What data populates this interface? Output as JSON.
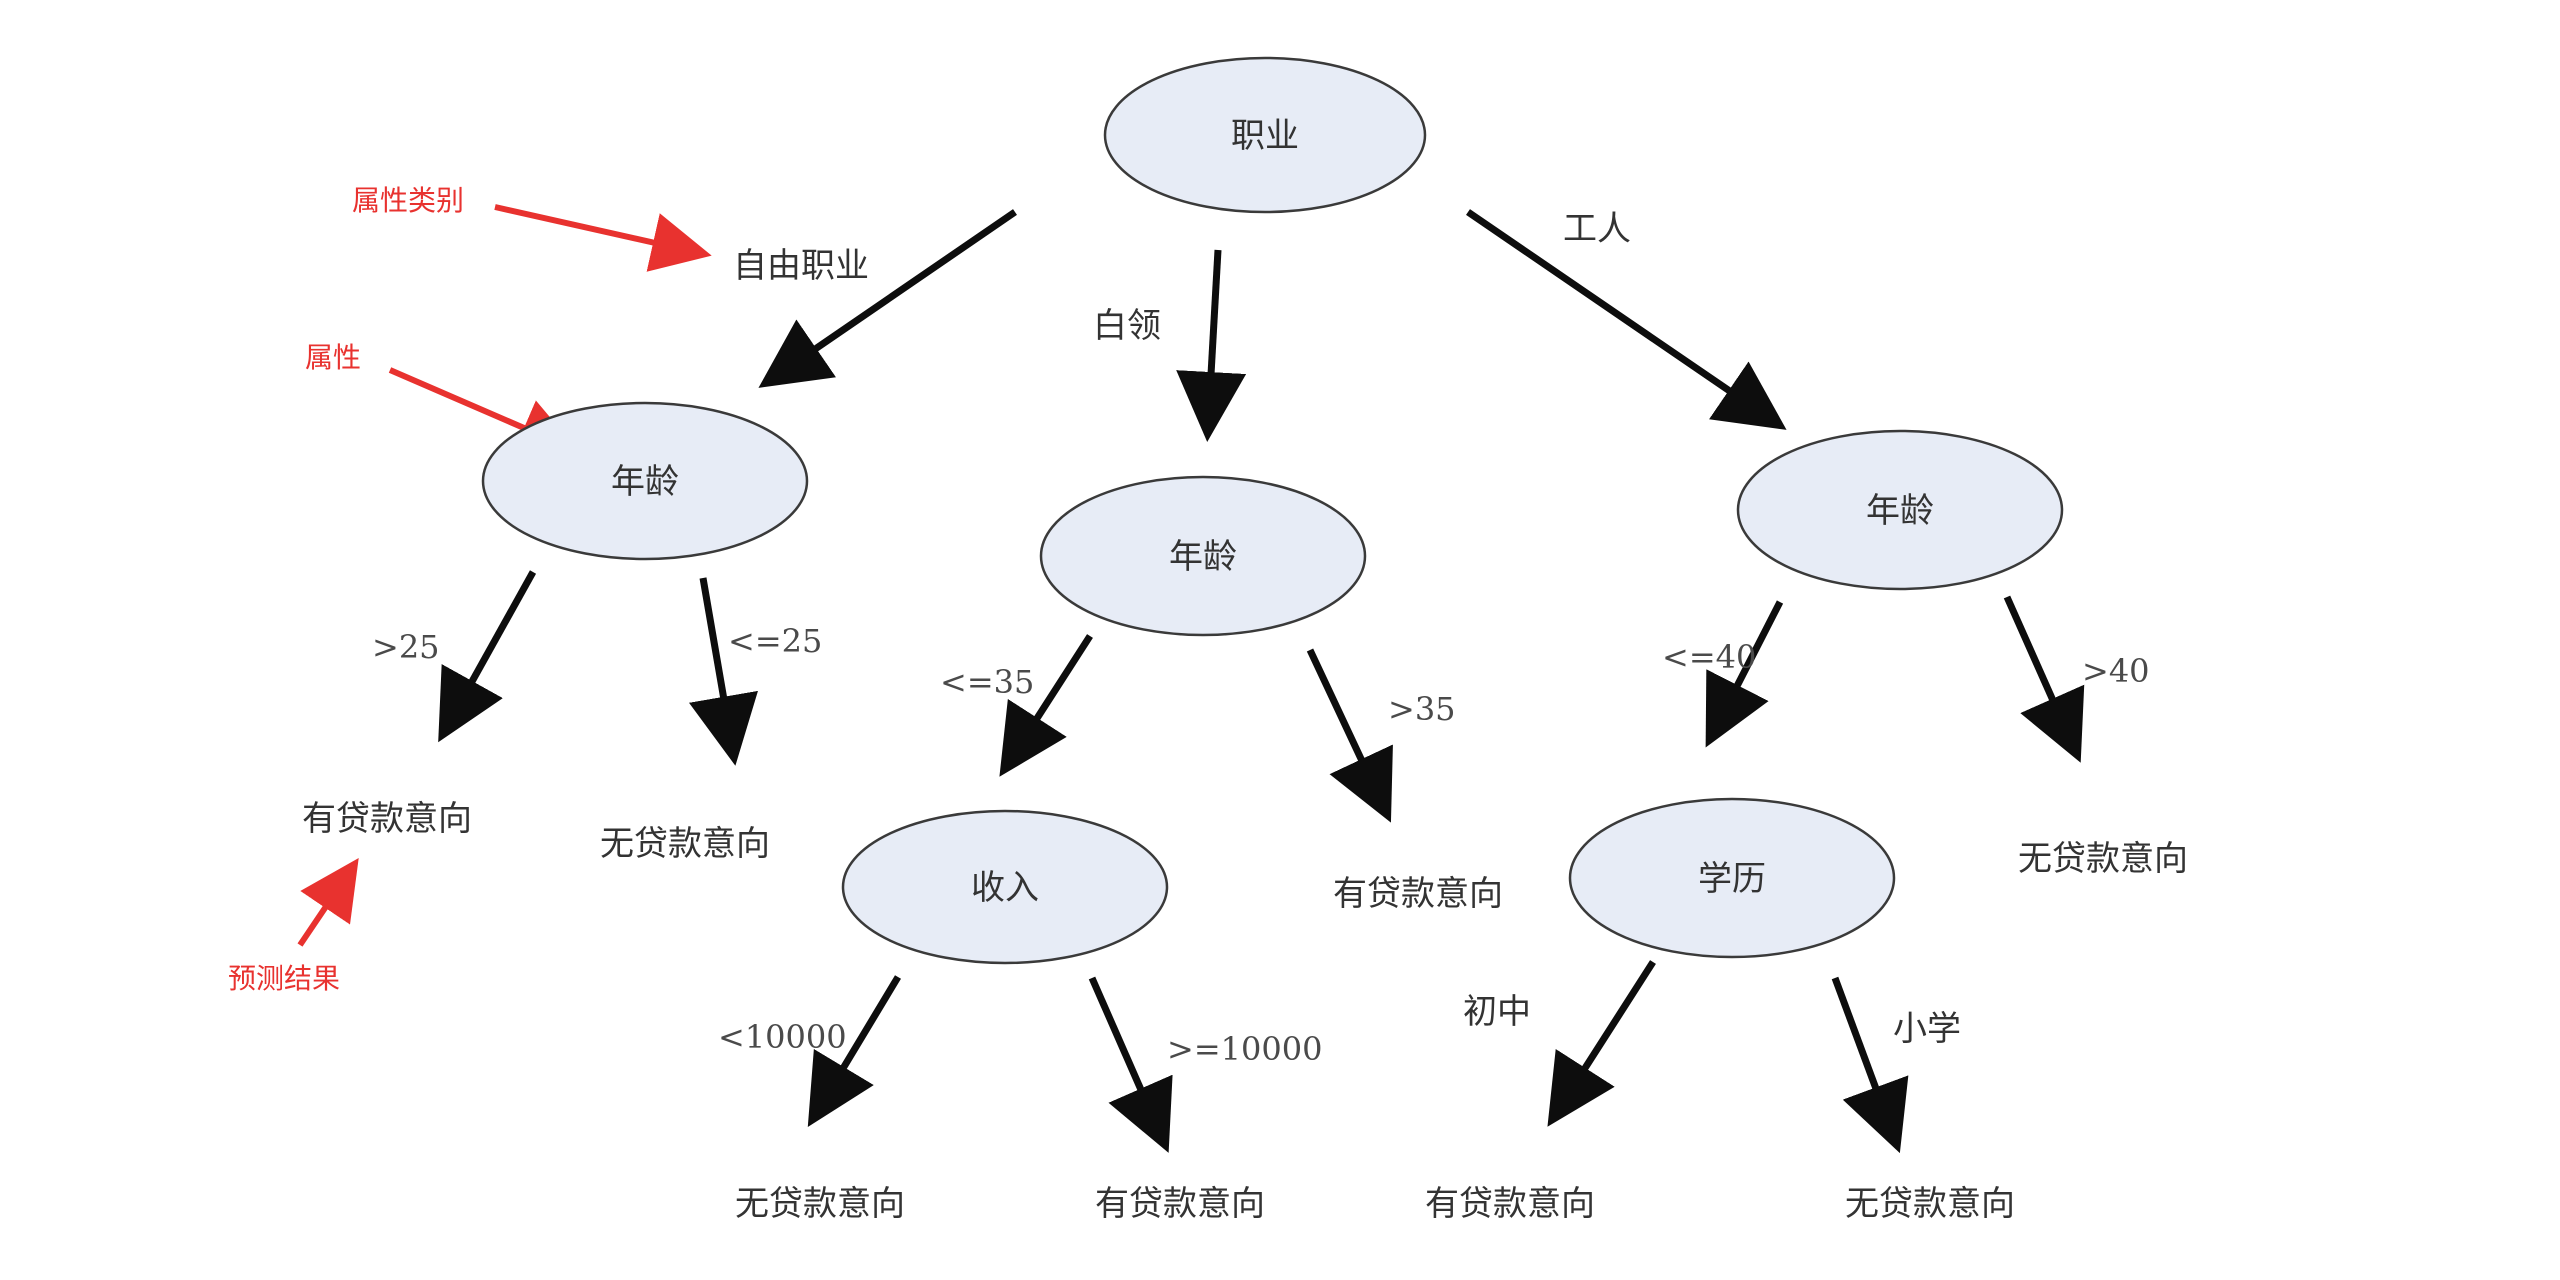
{
  "tree": {
    "root": {
      "label": "职业"
    },
    "nodes": {
      "age_left": {
        "label": "年龄"
      },
      "age_mid": {
        "label": "年龄"
      },
      "age_right": {
        "label": "年龄"
      },
      "income": {
        "label": "收入"
      },
      "education": {
        "label": "学历"
      }
    },
    "branches": {
      "freelance": "自由职业",
      "white_collar": "白领",
      "worker": "工人",
      "gt25": ">25",
      "le25": "<=25",
      "le35": "<=35",
      "gt35": ">35",
      "le40": "<=40",
      "gt40": ">40",
      "lt10000": "<10000",
      "ge10000": ">=10000",
      "junior_high": "初中",
      "primary": "小学"
    },
    "leaves": {
      "leaf_gt25": "有贷款意向",
      "leaf_le25": "无贷款意向",
      "leaf_gt35": "有贷款意向",
      "leaf_gt40": "无贷款意向",
      "leaf_lt10000": "无贷款意向",
      "leaf_ge10000": "有贷款意向",
      "leaf_junior_high": "有贷款意向",
      "leaf_primary": "无贷款意向"
    }
  },
  "annotations": {
    "attribute_category": "属性类别",
    "attribute": "属性",
    "prediction": "预测结果"
  },
  "colors": {
    "node_fill": "#e7ecf6",
    "arrow": "#0d0d0d",
    "annotation": "#e8322f"
  }
}
